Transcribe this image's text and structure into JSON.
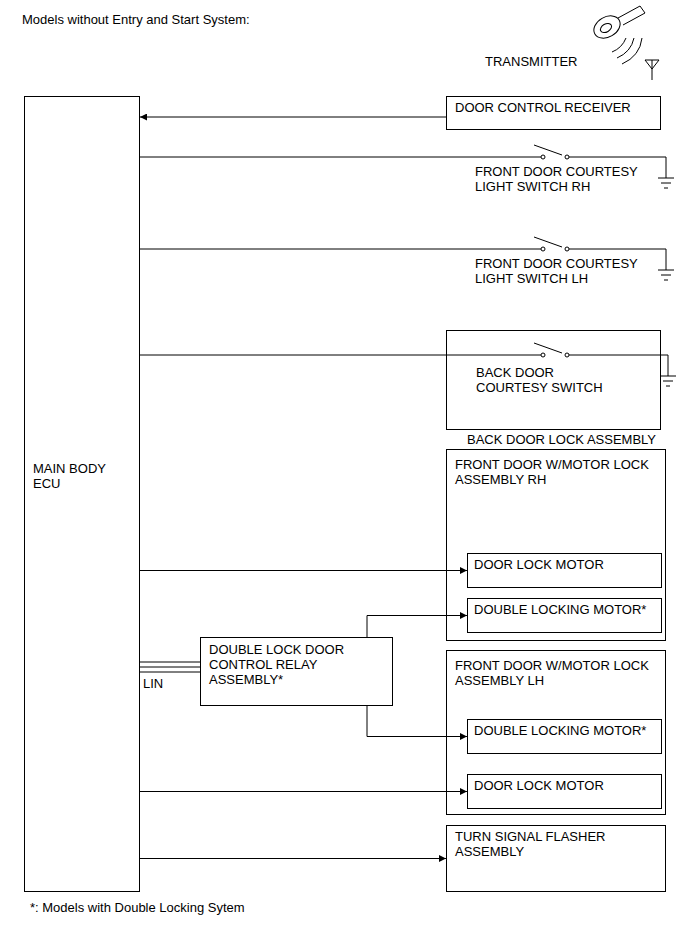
{
  "diagram": {
    "title": "Models without Entry and Start System:",
    "nodes": [
      {
        "text": [
          "MAIN BODY ECU"
        ]
      },
      {
        "text": [
          "DOOR CONTROL RECEIVER"
        ]
      },
      {
        "text": [
          "BACK DOOR LOCK ASSEMBLY",
          "BACK DOOR COURTESY SWITCH"
        ]
      },
      {
        "text": [
          "FRONT DOOR W/MOTOR LOCK ASSEMBLY RH"
        ]
      },
      {
        "text": [
          "DOOR LOCK MOTOR"
        ],
        "in": 3
      },
      {
        "text": [
          "DOUBLE LOCKING MOTOR*"
        ],
        "in": 3
      },
      {
        "text": [
          "DOUBLE LOCK DOOR CONTROL RELAY ASSEMBLY*"
        ]
      },
      {
        "text": [
          "FRONT DOOR W/MOTOR LOCK ASSEMBLY LH"
        ]
      },
      {
        "text": [
          "DOUBLE LOCKING MOTOR*"
        ],
        "in": 7
      },
      {
        "text": [
          "DOOR LOCK MOTOR"
        ],
        "in": 7
      },
      {
        "text": [
          "TURN SIGNAL FLASHER ASSEMBLY"
        ]
      }
    ],
    "edges": [
      {
        "from": 1,
        "to": 0,
        "arrow": "to"
      },
      {
        "from": 0,
        "to": 2,
        "arrow": "none"
      },
      {
        "from": 0,
        "to": 4,
        "arrow": "to"
      },
      {
        "from": 0,
        "to": 6,
        "label": "LIN",
        "arrow": "none"
      },
      {
        "from": 6,
        "to": 5,
        "arrow": "to"
      },
      {
        "from": 6,
        "to": 8,
        "arrow": "to"
      },
      {
        "from": 0,
        "to": 9,
        "arrow": "to"
      },
      {
        "from": 0,
        "to": 10,
        "arrow": "to"
      }
    ],
    "labels": [
      "TRANSMITTER",
      "FRONT DOOR COURTESY LIGHT SWITCH RH",
      "FRONT DOOR COURTESY LIGHT SWITCH LH",
      "*: Models with Double Locking Sytem"
    ]
  }
}
